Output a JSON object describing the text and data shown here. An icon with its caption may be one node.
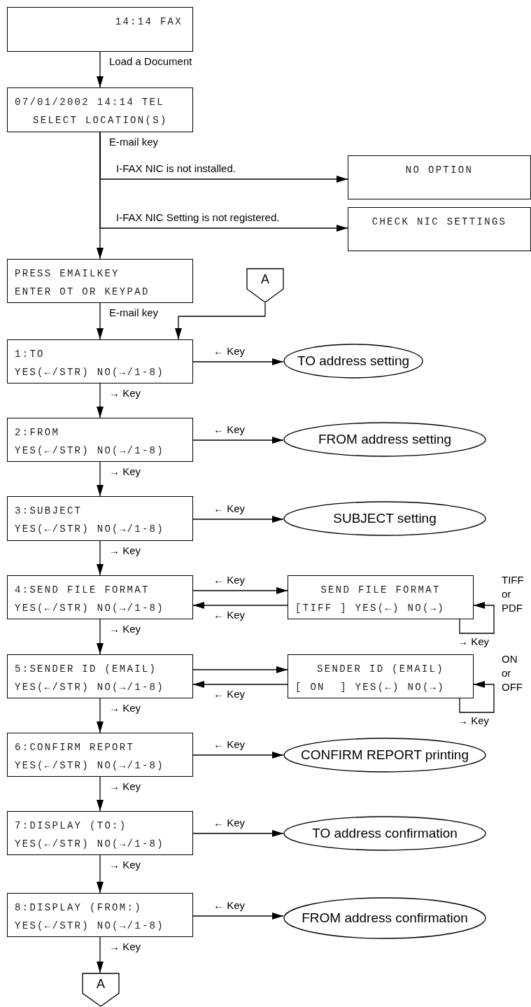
{
  "diagram": {
    "nodes": [
      {
        "text": [
          "14:14 FAX"
        ]
      },
      {
        "text": [
          "07/01/2002 14:14 TEL",
          "SELECT LOCATION(S)"
        ]
      },
      {
        "text": [
          "NO OPTION"
        ]
      },
      {
        "text": [
          "CHECK NIC SETTINGS"
        ]
      },
      {
        "text": [
          "PRESS EMAILKEY",
          "ENTER OT OR KEYPAD"
        ]
      },
      {
        "text": [
          "A"
        ]
      },
      {
        "text": [
          "1:TO",
          "YES(←/STR) NO(→/1-8)"
        ]
      },
      {
        "text": [
          "TO address setting"
        ]
      },
      {
        "text": [
          "2:FROM",
          "YES(←/STR) NO(→/1-8)"
        ]
      },
      {
        "text": [
          "FROM address setting"
        ]
      },
      {
        "text": [
          "3:SUBJECT",
          "YES(←/STR) NO(→/1-8)"
        ]
      },
      {
        "text": [
          "SUBJECT setting"
        ]
      },
      {
        "text": [
          "4:SEND FILE FORMAT",
          "YES(←/STR) NO(→/1-8)"
        ]
      },
      {
        "text": [
          "SEND FILE FORMAT",
          "[TIFF ] YES(←) NO(→)"
        ],
        "beside": [
          "TIFF or PDF"
        ]
      },
      {
        "text": [
          "5:SENDER ID (EMAIL)",
          "YES(←/STR) NO(→/1-8)"
        ]
      },
      {
        "text": [
          "SENDER ID (EMAIL)",
          "[ ON  ] YES(←) NO(→)"
        ],
        "beside": [
          "ON or OFF"
        ]
      },
      {
        "text": [
          "6:CONFIRM REPORT",
          "YES(←/STR) NO(→/1-8)"
        ]
      },
      {
        "text": [
          "CONFIRM REPORT printing"
        ]
      },
      {
        "text": [
          "7:DISPLAY (TO:)",
          "YES(←/STR) NO(→/1-8)"
        ]
      },
      {
        "text": [
          "TO address confirmation"
        ]
      },
      {
        "text": [
          "8:DISPLAY (FROM:)",
          "YES(←/STR) NO(→/1-8)"
        ]
      },
      {
        "text": [
          "FROM address confirmation"
        ]
      },
      {
        "text": [
          "A"
        ]
      }
    ],
    "edges": [
      {
        "from": 0,
        "to": 1,
        "arrow": "to",
        "label": "Load a Document"
      },
      {
        "from": 1,
        "to": 4,
        "arrow": "to",
        "label": "E-mail key"
      },
      {
        "from": 1,
        "to": 2,
        "arrow": "to",
        "label": "I-FAX NIC is not installed."
      },
      {
        "from": 1,
        "to": 3,
        "arrow": "to",
        "label": "I-FAX NIC Setting is not registered."
      },
      {
        "from": 4,
        "to": 6,
        "arrow": "to",
        "label": "E-mail key"
      },
      {
        "from": 5,
        "to": 6,
        "arrow": "to"
      },
      {
        "from": 6,
        "to": 7,
        "arrow": "to",
        "label": "← Key"
      },
      {
        "from": 6,
        "to": 8,
        "arrow": "to",
        "label": "→ Key"
      },
      {
        "from": 8,
        "to": 9,
        "arrow": "to",
        "label": "← Key"
      },
      {
        "from": 8,
        "to": 10,
        "arrow": "to",
        "label": "→ Key"
      },
      {
        "from": 10,
        "to": 11,
        "arrow": "to",
        "label": "← Key"
      },
      {
        "from": 10,
        "to": 12,
        "arrow": "to",
        "label": "→ Key"
      },
      {
        "from": 12,
        "to": 13,
        "arrow": "to",
        "label": "← Key"
      },
      {
        "from": 13,
        "to": 12,
        "arrow": "to",
        "label": "← Key"
      },
      {
        "from": 13,
        "to": 13,
        "arrow": "to",
        "label": "→ Key"
      },
      {
        "from": 12,
        "to": 14,
        "arrow": "to",
        "label": "→ Key"
      },
      {
        "from": 14,
        "to": 15,
        "arrow": "to"
      },
      {
        "from": 15,
        "to": 14,
        "arrow": "to",
        "label": "← Key"
      },
      {
        "from": 15,
        "to": 15,
        "arrow": "to",
        "label": "→ Key"
      },
      {
        "from": 14,
        "to": 16,
        "arrow": "to",
        "label": "→ Key"
      },
      {
        "from": 16,
        "to": 17,
        "arrow": "to",
        "label": "← Key"
      },
      {
        "from": 16,
        "to": 18,
        "arrow": "to",
        "label": "→ Key"
      },
      {
        "from": 18,
        "to": 19,
        "arrow": "to",
        "label": "← Key"
      },
      {
        "from": 18,
        "to": 20,
        "arrow": "to",
        "label": "→ Key"
      },
      {
        "from": 20,
        "to": 21,
        "arrow": "to",
        "label": "← Key"
      },
      {
        "from": 20,
        "to": 22,
        "arrow": "to",
        "label": "→ Key"
      }
    ]
  }
}
